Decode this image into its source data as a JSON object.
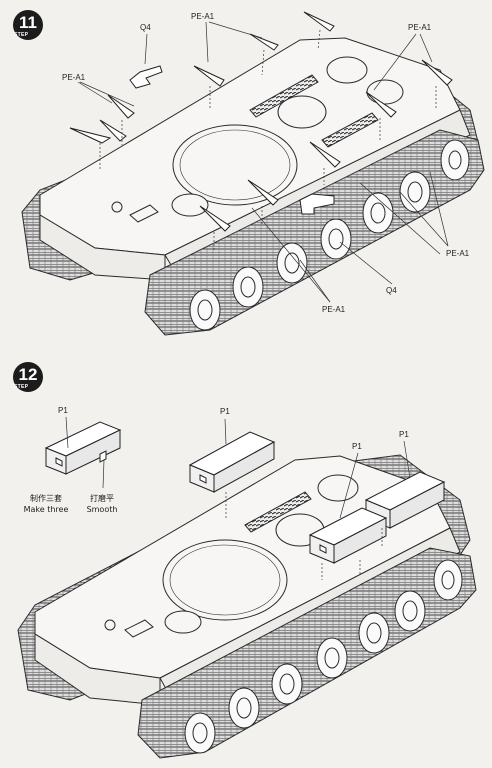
{
  "steps": [
    {
      "number": "11",
      "word": "STEP"
    },
    {
      "number": "12",
      "word": "STEP"
    }
  ],
  "parts": {
    "q4": "Q4",
    "pe_a1": "PE-A1",
    "p1": "P1"
  },
  "notes": {
    "make_three_cn": "制作三套",
    "make_three_en": "Make three",
    "smooth_cn": "打磨平",
    "smooth_en": "Smooth"
  }
}
